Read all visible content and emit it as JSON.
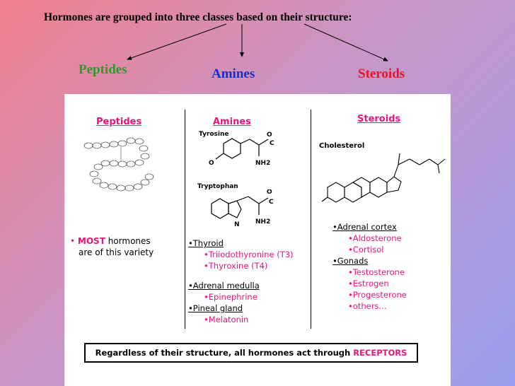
{
  "title": "Hormones are grouped into three classes based on their structure:",
  "classes": {
    "peptides": {
      "label": "Peptides",
      "color": "#2e9a2e"
    },
    "amines": {
      "label": "Amines",
      "color": "#1a2ec4"
    },
    "steroids": {
      "label": "Steroids",
      "color": "#e8162d"
    }
  },
  "figure": {
    "peptides": {
      "heading": "Peptides",
      "bullet": "•",
      "most": "MOST",
      "note_rest": " hormones",
      "note_line2": "are of this variety"
    },
    "amines": {
      "heading": "Amines",
      "tyrosine": "Tyrosine",
      "tryptophan": "Tryptophan",
      "thyroid": "•Thyroid",
      "t3": "•Triiodothyronine (T3)",
      "t4": "•Thyroxine (T4)",
      "adrenal_medulla": "•Adrenal medulla",
      "epinephrine": "•Epinephrine",
      "pineal": "•Pineal gland",
      "melatonin": "•Melatonin"
    },
    "steroids": {
      "heading": "Steroids",
      "cholesterol": "Cholesterol",
      "adrenal_cortex": "•Adrenal cortex",
      "aldosterone": "•Aldosterone",
      "cortisol": "•Cortisol",
      "gonads": "•Gonads",
      "testosterone": "•Testosterone",
      "estrogen": "•Estrogen",
      "progesterone": "•Progesterone",
      "others": "•others…"
    },
    "footer_text": "Regardless of their structure, all hormones act through ",
    "footer_emphasis": "RECEPTORS"
  }
}
